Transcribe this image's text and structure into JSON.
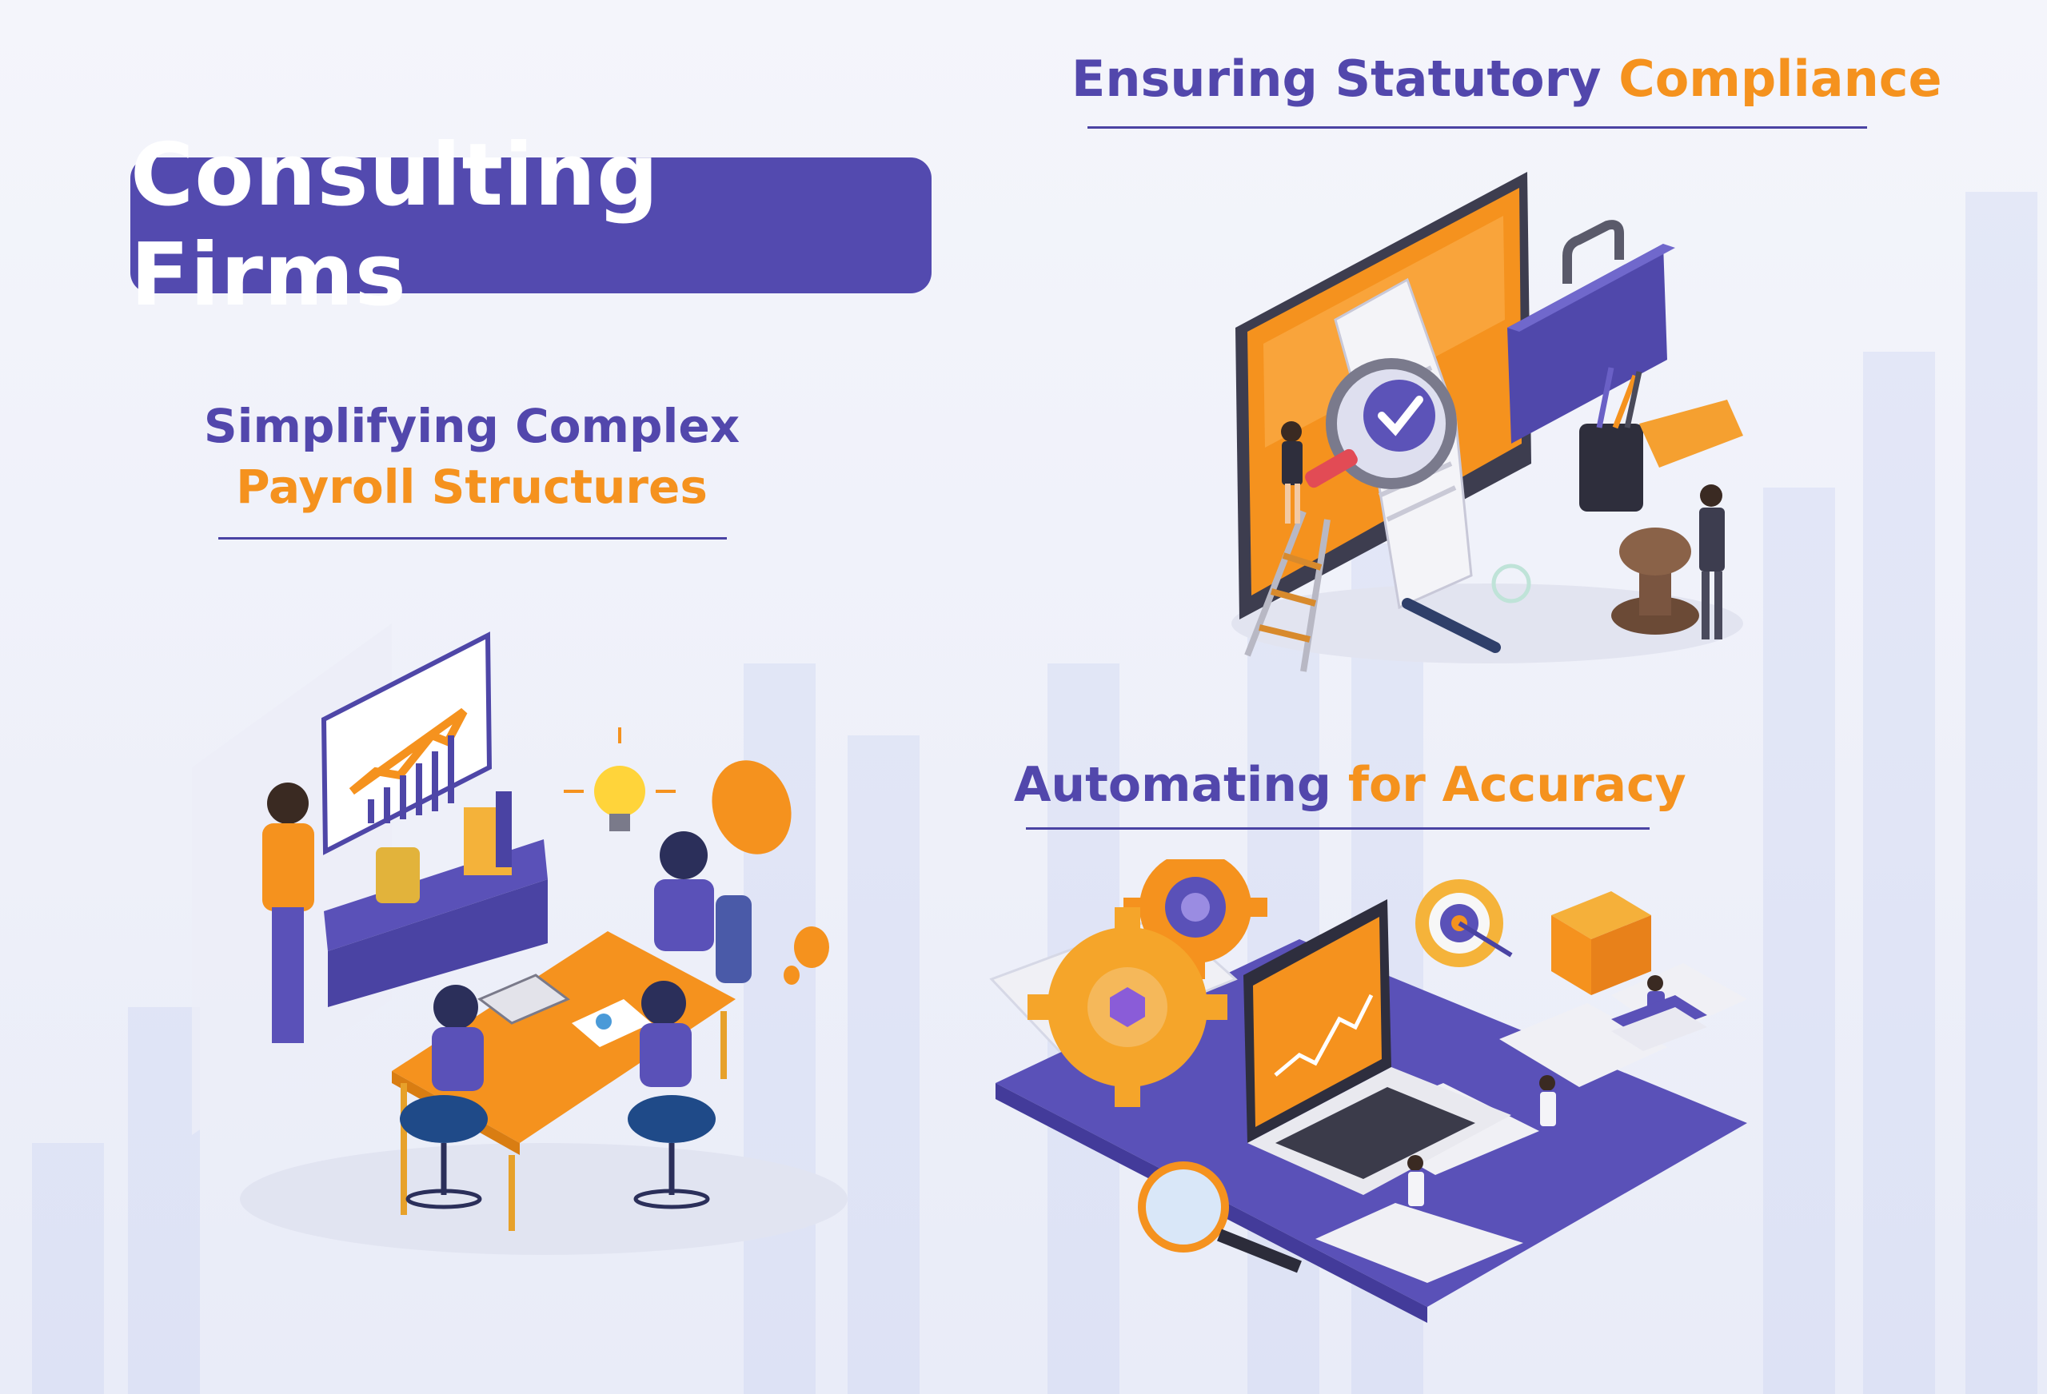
{
  "title": "Consulting Firms",
  "sections": {
    "compliance": {
      "part1": "Ensuring Statutory",
      "part2": "Compliance"
    },
    "payroll": {
      "line1": "Simplifying Complex",
      "line2": "Payroll Structures"
    },
    "automation": {
      "part1": "Automating",
      "part2": "for Accuracy"
    }
  },
  "colors": {
    "primary": "#534aaf",
    "accent": "#f5921e",
    "background": "#f2f3fa"
  }
}
